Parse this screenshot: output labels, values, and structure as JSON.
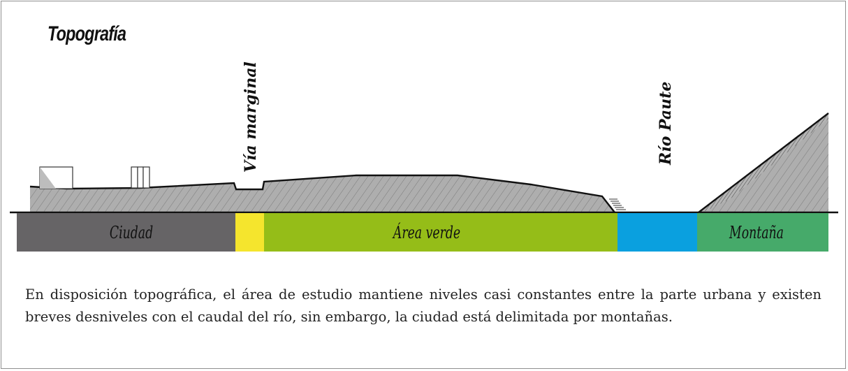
{
  "title": "Topografía",
  "labels": {
    "via": "Vía marginal",
    "rio": "Río Paute"
  },
  "zones": [
    {
      "name": "Ciudad",
      "color": "#666466"
    },
    {
      "name": "",
      "color": "#f5e52d"
    },
    {
      "name": "Área verde",
      "color": "#95bd18"
    },
    {
      "name": "",
      "color": "#0aa0df"
    },
    {
      "name": "Montaña",
      "color": "#46aa6a"
    }
  ],
  "caption": "En disposición topográfica, el área de estudio mantiene niveles casi constantes entre la parte urbana y existen breves desniveles con el caudal del río, sin embargo, la ciudad está delimitada por montañas."
}
